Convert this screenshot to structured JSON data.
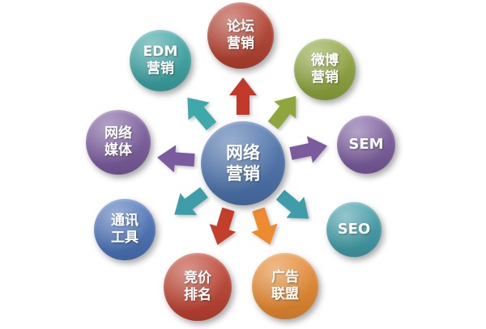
{
  "diagram": {
    "center": {
      "label": "网络营销",
      "color": "#4a72ad"
    },
    "nodes": [
      {
        "id": "forum-marketing",
        "label": "论坛营销",
        "color": "#b6402f"
      },
      {
        "id": "weibo-marketing",
        "label": "微博营销",
        "color": "#8ea63c"
      },
      {
        "id": "sem",
        "label": "SEM",
        "color": "#7a5b9e"
      },
      {
        "id": "seo",
        "label": "SEO",
        "color": "#3f9da9"
      },
      {
        "id": "ad-alliance",
        "label": "广告联盟",
        "color": "#e8892d"
      },
      {
        "id": "bidding-ranking",
        "label": "竞价排名",
        "color": "#bf4130"
      },
      {
        "id": "messaging-tools",
        "label": "通讯工具",
        "color": "#4a73b9"
      },
      {
        "id": "network-media",
        "label": "网络媒体",
        "color": "#7a5b9e"
      },
      {
        "id": "edm-marketing",
        "label": "EDM营销",
        "color": "#3ba4a4"
      }
    ],
    "arrows": [
      {
        "to": "forum-marketing",
        "direction": "up",
        "color": "#c0392b"
      },
      {
        "to": "weibo-marketing",
        "direction": "up-right",
        "color": "#8ea63c"
      },
      {
        "to": "sem",
        "direction": "right",
        "color": "#7a5b9e"
      },
      {
        "to": "seo",
        "direction": "down-right",
        "color": "#3f9da9"
      },
      {
        "to": "ad-alliance",
        "direction": "down",
        "color": "#ee8a2f"
      },
      {
        "to": "bidding-ranking",
        "direction": "down",
        "color": "#c23f2c"
      },
      {
        "to": "messaging-tools",
        "direction": "down-left",
        "color": "#3f9da9"
      },
      {
        "to": "network-media",
        "direction": "left",
        "color": "#7a5b9e"
      },
      {
        "to": "edm-marketing",
        "direction": "up-left",
        "color": "#3fa8a8"
      }
    ]
  }
}
